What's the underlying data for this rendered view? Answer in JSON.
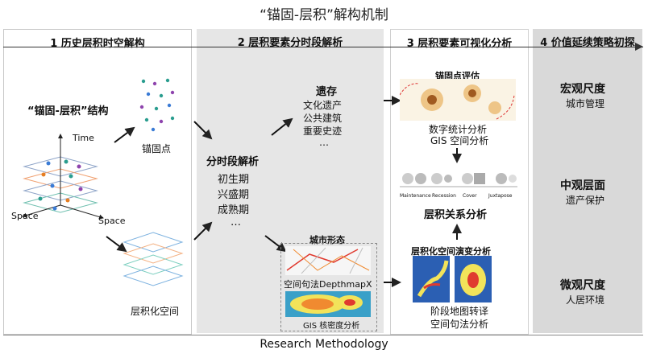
{
  "title": "“锚固-层积”解构机制",
  "panels": [
    {
      "header": "1 历史层积时空解构"
    },
    {
      "header": "2 层积要素分时段解析"
    },
    {
      "header": "3 层积要素可视化分析"
    },
    {
      "header": "4 价值延续策略初探"
    }
  ],
  "p1": {
    "structure_label": "“锚固-层积”结构",
    "time_label": "Time",
    "space_left": "Space",
    "space_right": "Space",
    "anchor_label": "锚固点",
    "layer_label": "层积化空间"
  },
  "p2": {
    "remains_title": "遗存",
    "remains_items": [
      "文化遗产",
      "公共建筑",
      "重要史迹",
      "…"
    ],
    "analysis_title": "分时段解析",
    "periods": [
      "初生期",
      "兴盛期",
      "成熟期",
      "…"
    ],
    "morph_title": "城市形态",
    "morph_a": "空间句法DepthmapX",
    "morph_b": "GIS 核密度分析"
  },
  "p3": {
    "anchor_eval": "锚固点评估",
    "stat1": "数字统计分析",
    "stat2": "GIS 空间分析",
    "rel_labels": [
      "Maintenance",
      "Recession",
      "Cover",
      "Juxtapose"
    ],
    "relation_title": "层积关系分析",
    "evolution_title": "层积化空间演变分析",
    "evo1": "阶段地图转译",
    "evo2": "空间句法分析"
  },
  "p4": {
    "macro_title": "宏观尺度",
    "macro_sub": "城市管理",
    "meso_title": "中观层面",
    "meso_sub": "遗产保护",
    "micro_title": "微观尺度",
    "micro_sub": "人居环境"
  },
  "footer": "Research Methodology"
}
